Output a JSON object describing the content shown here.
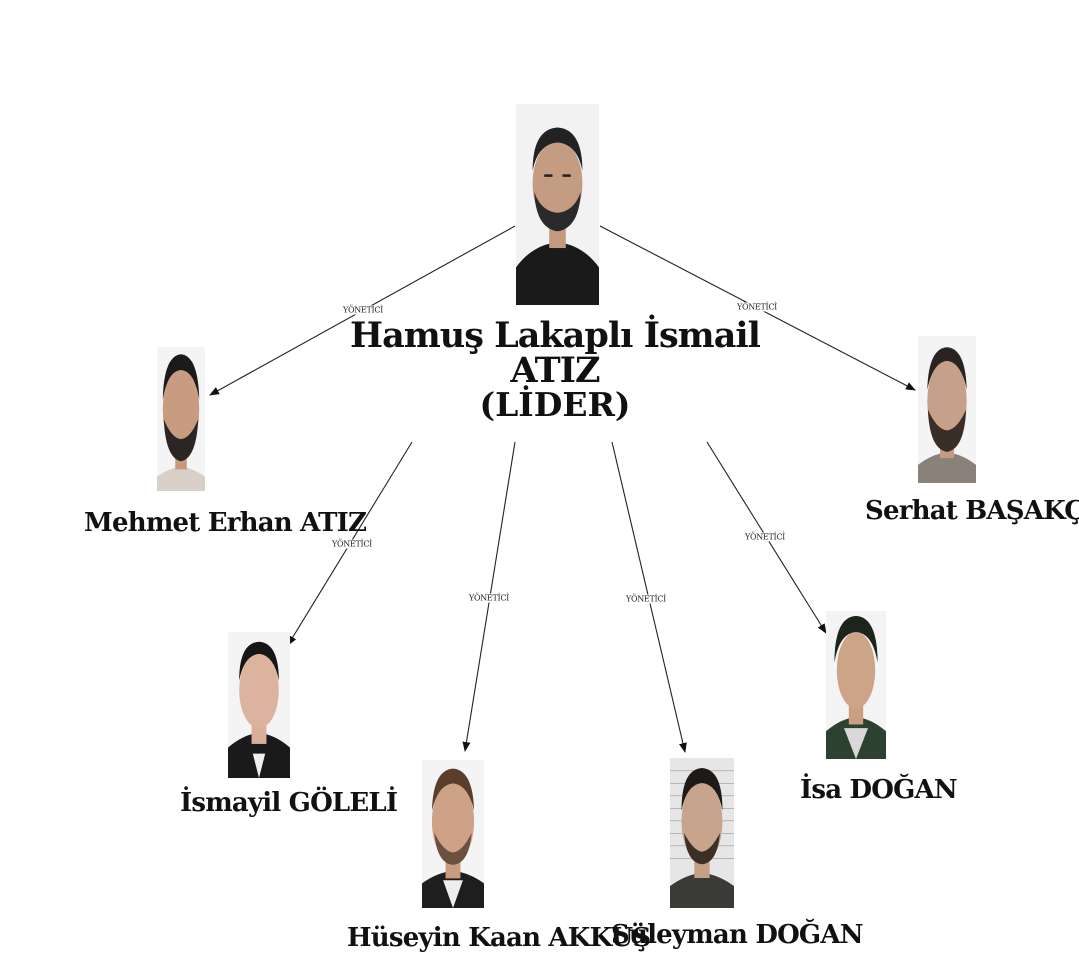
{
  "leader": {
    "name": "Hamuş Lakaplı İsmail ATIZ",
    "role": "(LİDER)"
  },
  "edge_label": "YÖNETİCİ",
  "members": [
    {
      "id": "mehmet",
      "name": "Mehmet Erhan ATIZ"
    },
    {
      "id": "serhat",
      "name": "Serhat BAŞAKÇİ"
    },
    {
      "id": "ismayil",
      "name": "İsmayil GÖLELİ"
    },
    {
      "id": "huseyin",
      "name": "Hüseyin Kaan AKKUŞ"
    },
    {
      "id": "suleyman",
      "name": "Süleyman DOĞAN"
    },
    {
      "id": "isa",
      "name": "İsa DOĞAN"
    }
  ],
  "edges": [
    {
      "from": "leader",
      "to": "mehmet",
      "label": "YÖNETİCİ"
    },
    {
      "from": "leader",
      "to": "serhat",
      "label": "YÖNETİCİ"
    },
    {
      "from": "leader",
      "to": "ismayil",
      "label": "YÖNETİCİ"
    },
    {
      "from": "leader",
      "to": "huseyin",
      "label": "YÖNETİCİ"
    },
    {
      "from": "leader",
      "to": "suleyman",
      "label": "YÖNETİCİ"
    },
    {
      "from": "leader",
      "to": "isa",
      "label": "YÖNETİCİ"
    }
  ]
}
